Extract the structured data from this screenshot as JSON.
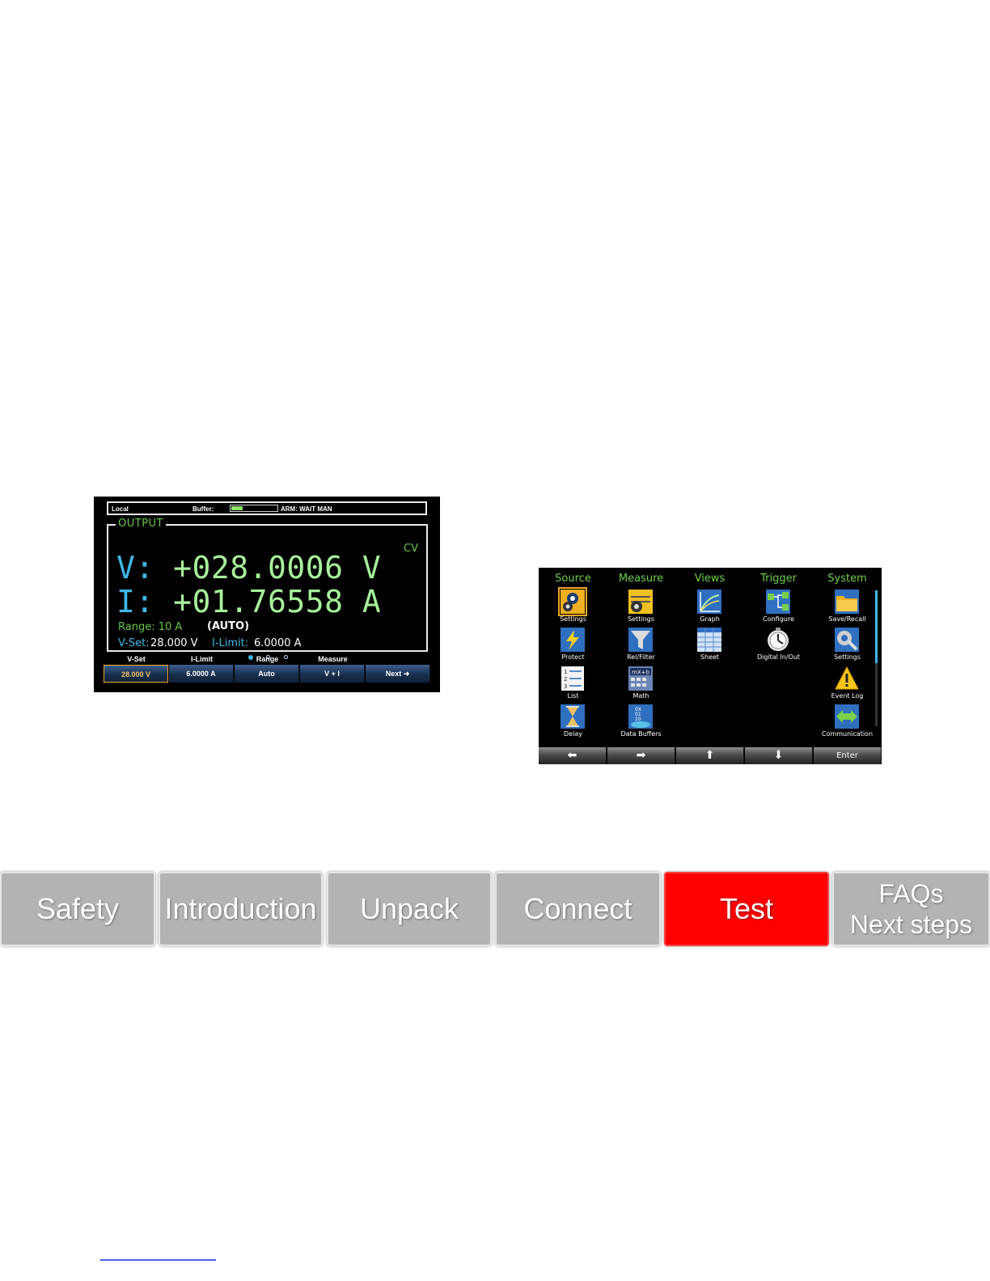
{
  "output_screen": {
    "status": {
      "local": "Local",
      "buffer_label": "Buffer:",
      "buffer_fill_fraction": 0.25,
      "arm": "ARM: WAIT MAN"
    },
    "output_title": "OUTPUT",
    "mode": "CV",
    "voltage": {
      "key": "V:",
      "value": "+028.0006 V"
    },
    "current": {
      "key": "I:",
      "value": "+01.76558 A"
    },
    "range": "Range: 10 A",
    "range_mode": "(AUTO)",
    "vset_label": "V-Set:",
    "vset_value": "28.000 V",
    "ilimit_label": "I-Limit:",
    "ilimit_value": "6.0000 A",
    "page_indicator": {
      "pages": 3,
      "current": 1
    },
    "softkeys": [
      {
        "head": "V-Set",
        "label": "28.000 V",
        "selected": true
      },
      {
        "head": "I-Limit",
        "label": "6.0000 A",
        "selected": false
      },
      {
        "head": "Range",
        "label": "Auto",
        "selected": false
      },
      {
        "head": "Measure",
        "label": "V + I",
        "selected": false
      },
      {
        "head": "",
        "label": "Next ➜",
        "selected": false
      }
    ]
  },
  "menu_screen": {
    "columns": [
      {
        "title": "Source",
        "items": [
          {
            "label": "Settings",
            "icon": "source-settings-icon"
          },
          {
            "label": "Protect",
            "icon": "protect-icon"
          },
          {
            "label": "List",
            "icon": "list-icon"
          },
          {
            "label": "Delay",
            "icon": "hourglass-icon"
          }
        ]
      },
      {
        "title": "Measure",
        "items": [
          {
            "label": "Settings",
            "icon": "measure-settings-icon"
          },
          {
            "label": "Rel/Filter",
            "icon": "filter-icon"
          },
          {
            "label": "Math",
            "icon": "math-icon"
          },
          {
            "label": "Data Buffers",
            "icon": "data-buffers-icon"
          }
        ]
      },
      {
        "title": "Views",
        "items": [
          {
            "label": "Graph",
            "icon": "graph-icon"
          },
          {
            "label": "Sheet",
            "icon": "sheet-icon"
          }
        ]
      },
      {
        "title": "Trigger",
        "items": [
          {
            "label": "Configure",
            "icon": "trigger-configure-icon"
          },
          {
            "label": "Digital In/Out",
            "icon": "digital-io-icon"
          }
        ]
      },
      {
        "title": "System",
        "items": [
          {
            "label": "Save/Recall",
            "icon": "folder-icon"
          },
          {
            "label": "Settings",
            "icon": "system-settings-icon"
          },
          {
            "label": "Event Log",
            "icon": "warning-icon"
          },
          {
            "label": "Communication",
            "icon": "communication-icon"
          }
        ]
      }
    ],
    "bottom_buttons": [
      {
        "label": "⬅",
        "icon": "arrow-left-icon"
      },
      {
        "label": "➡",
        "icon": "arrow-right-icon"
      },
      {
        "label": "⬆",
        "icon": "arrow-up-icon"
      },
      {
        "label": "⬇",
        "icon": "arrow-down-icon"
      },
      {
        "label": "Enter",
        "icon": ""
      }
    ]
  },
  "nav_tabs": [
    {
      "label": "Safety",
      "active": false
    },
    {
      "label": "Introduction",
      "active": false
    },
    {
      "label": "Unpack",
      "active": false
    },
    {
      "label": "Connect",
      "active": false
    },
    {
      "label": "Test",
      "active": true
    },
    {
      "label": "FAQs",
      "label2": "Next steps",
      "active": false
    }
  ],
  "colors": {
    "active_tab": "#ff0000",
    "inactive_tab": "#b3b3b3",
    "reading_green": "#a6f09a",
    "label_blue": "#3fb8e8",
    "menu_green": "#6cd04a"
  }
}
